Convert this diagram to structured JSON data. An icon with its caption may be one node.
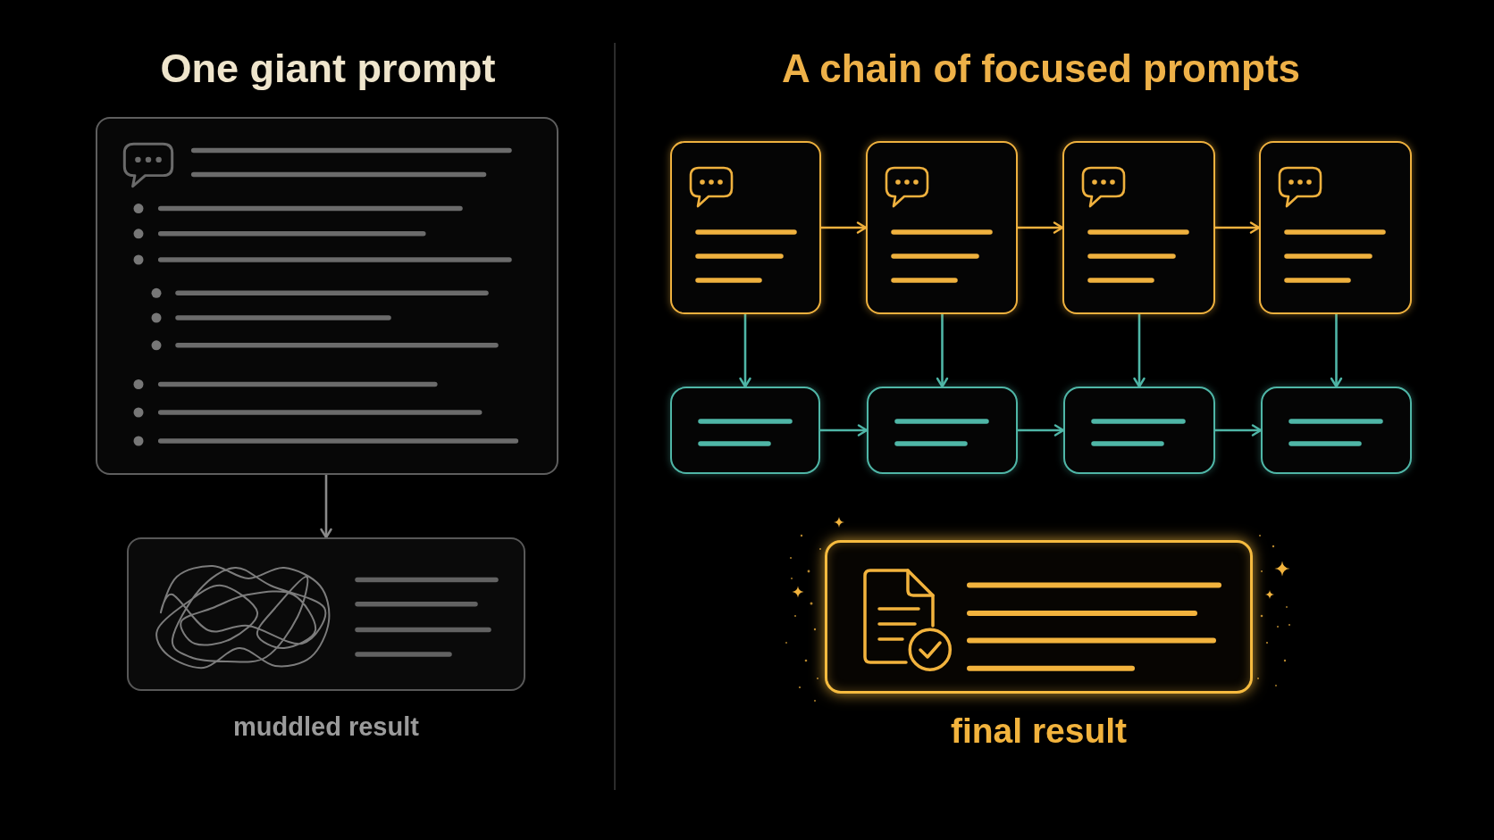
{
  "diagram": {
    "nodes": [
      {
        "text": [],
        "shape": "box"
      },
      {
        "text": [],
        "shape": "box",
        "beside": [
          "muddled result"
        ]
      },
      {
        "text": [],
        "shape": "box"
      },
      {
        "text": [],
        "shape": "box"
      },
      {
        "text": [],
        "shape": "box"
      },
      {
        "text": [],
        "shape": "box"
      },
      {
        "text": [],
        "shape": "box"
      },
      {
        "text": [],
        "shape": "box"
      },
      {
        "text": [],
        "shape": "box"
      },
      {
        "text": [],
        "shape": "box"
      },
      {
        "text": [],
        "shape": "box",
        "beside": [
          "final result"
        ]
      }
    ],
    "edges": [
      {
        "from": 0,
        "to": 1,
        "arrow": "to",
        "color": "#8a8a8a"
      },
      {
        "from": 2,
        "to": 3,
        "arrow": "to",
        "color": "#f0b13e"
      },
      {
        "from": 3,
        "to": 4,
        "arrow": "to",
        "color": "#f0b13e"
      },
      {
        "from": 4,
        "to": 5,
        "arrow": "to",
        "color": "#f0b13e"
      },
      {
        "from": 2,
        "to": 6,
        "arrow": "to"
      },
      {
        "from": 3,
        "to": 7,
        "arrow": "to"
      },
      {
        "from": 4,
        "to": 8,
        "arrow": "to"
      },
      {
        "from": 5,
        "to": 9,
        "arrow": "to"
      },
      {
        "from": 6,
        "to": 7,
        "arrow": "to"
      },
      {
        "from": 7,
        "to": 8,
        "arrow": "to"
      },
      {
        "from": 8,
        "to": 9,
        "arrow": "to"
      }
    ],
    "labels": [
      "One giant prompt",
      "A chain of focused prompts"
    ]
  }
}
